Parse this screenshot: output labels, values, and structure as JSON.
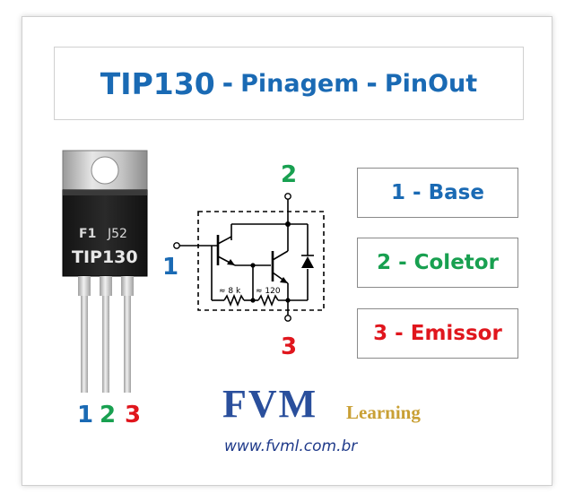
{
  "title": {
    "main": "TIP130",
    "sep1": "-",
    "part2": "Pinagem",
    "sep2": "-",
    "part3": "PinOut"
  },
  "package": {
    "logo_text": "F1",
    "code": "J52",
    "part": "TIP130",
    "pins": [
      "1",
      "2",
      "3"
    ]
  },
  "schematic": {
    "pin_base": "1",
    "pin_collector": "2",
    "pin_emitter": "3",
    "r1_label": "≈ 8 k",
    "r2_label": "≈ 120"
  },
  "legend": [
    {
      "label": "1 - Base",
      "color": "#1a6ab4"
    },
    {
      "label": "2 - Coletor",
      "color": "#18a050"
    },
    {
      "label": "3 - Emissor",
      "color": "#e0161d"
    }
  ],
  "footer": {
    "brand": "FVM",
    "brand_sub": "Learning",
    "url": "www.fvml.com.br"
  },
  "colors": {
    "blue": "#1a6ab4",
    "green": "#18a050",
    "red": "#e0161d"
  }
}
